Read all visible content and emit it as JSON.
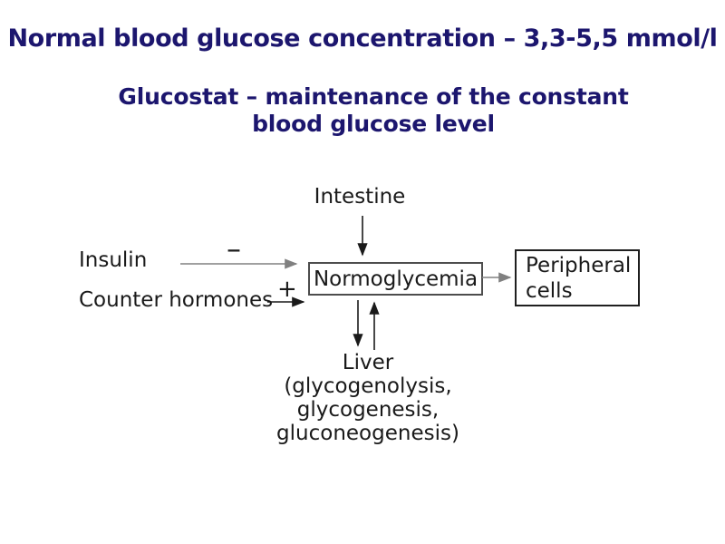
{
  "slide": {
    "title": "Normal blood glucose concentration – 3,3-5,5 mmol/l",
    "subtitle": "Glucostat – maintenance of the constant\nblood glucose level"
  },
  "colors": {
    "background": "#ffffff",
    "title_text": "#1c166e",
    "diagram_text": "#1a1a1a",
    "arrow_black": "#1a1a1a",
    "arrow_gray": "#808080",
    "normoglycemia_border": "#4d4d4d",
    "peripheral_border": "#1f1f1f"
  },
  "diagram": {
    "intestine_label": "Intestine",
    "insulin_label": "Insulin",
    "counter_hormones_label": "Counter hormones",
    "minus_sign": "–",
    "plus_sign": "+",
    "normoglycemia_box": "Normoglycemia",
    "peripheral_cells_box": "Peripheral cells",
    "liver_block": "Liver\n(glycogenolysis,\nglycogenesis,\ngluconeogenesis)"
  }
}
